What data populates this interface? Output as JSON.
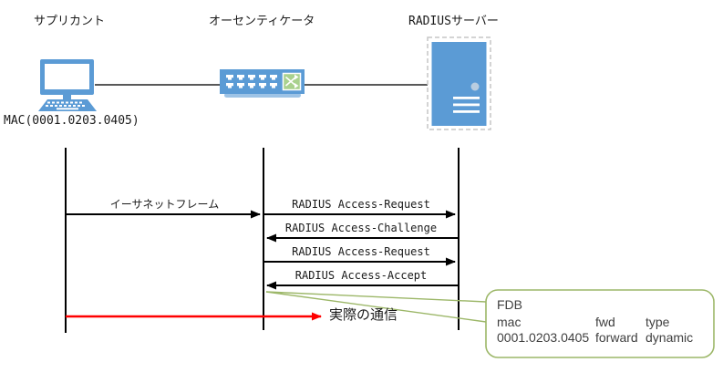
{
  "diagram": {
    "actors": [
      {
        "id": "supplicant",
        "label": "サプリカント",
        "sublabel": "MAC(0001.0203.0405)"
      },
      {
        "id": "authenticator",
        "label": "オーセンティケータ"
      },
      {
        "id": "radius-server",
        "label": "RADIUSサーバー"
      }
    ],
    "messages": [
      {
        "label": "イーサネットフレーム",
        "from": "supplicant",
        "to": "authenticator",
        "direction": "right"
      },
      {
        "label": "RADIUS Access-Request",
        "from": "authenticator",
        "to": "radius-server",
        "direction": "right"
      },
      {
        "label": "RADIUS Access-Challenge",
        "from": "radius-server",
        "to": "authenticator",
        "direction": "left"
      },
      {
        "label": "RADIUS Access-Request",
        "from": "authenticator",
        "to": "radius-server",
        "direction": "right"
      },
      {
        "label": "RADIUS Access-Accept",
        "from": "radius-server",
        "to": "authenticator",
        "direction": "left"
      }
    ],
    "actual_communication_label": "実際の通信",
    "callout": {
      "title": "FDB",
      "columns": [
        "mac",
        "fwd",
        "type"
      ],
      "rows": [
        [
          "0001.0203.0405",
          "forward",
          "dynamic"
        ]
      ]
    },
    "colors": {
      "device_blue": "#5B9BD5",
      "switch_shadow": "#9DC3E6",
      "crossover_green": "#A9D18E",
      "server_dot": "#B9CDE0",
      "selection_dash_gray": "#C6C6C6",
      "connection_line": "#595959",
      "lifeline_black": "#000000",
      "arrow_red": "#FF0000",
      "callout_border_green": "#9CB768",
      "callout_text": "#404040"
    }
  }
}
